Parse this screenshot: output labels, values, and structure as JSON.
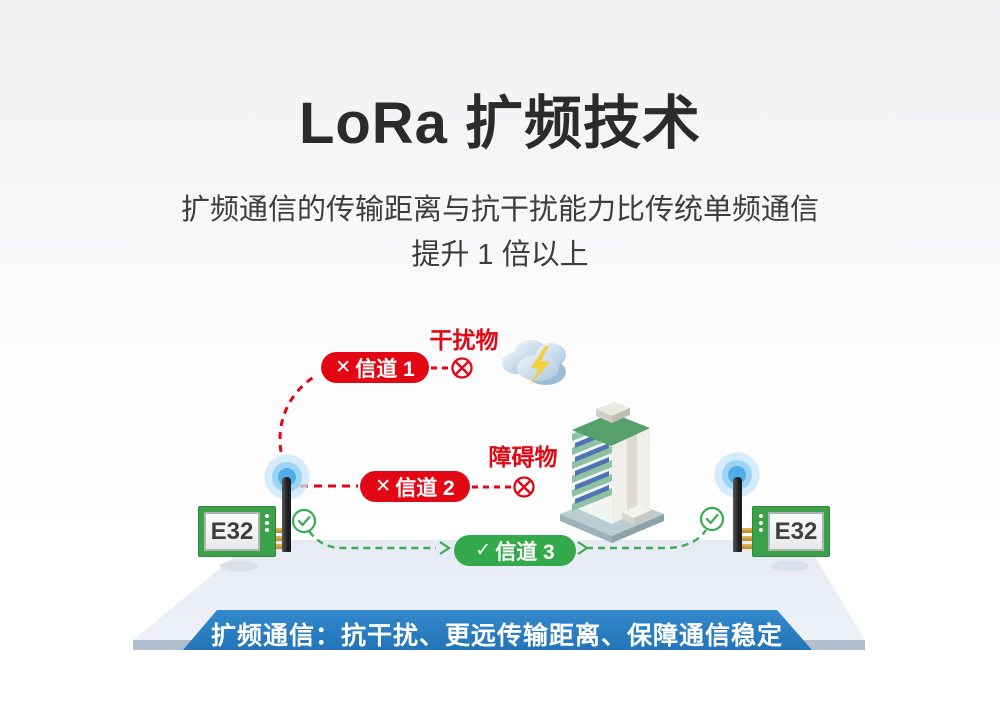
{
  "header": {
    "title": "LoRa 扩频技术",
    "subtitle_line1": "扩频通信的传输距离与抗干扰能力比传统单频通信",
    "subtitle_line2": "提升 1 倍以上"
  },
  "diagram": {
    "left_module": {
      "label": "E32"
    },
    "right_module": {
      "label": "E32"
    },
    "interference_label": "干扰物",
    "obstacle_label": "障碍物",
    "channels": [
      {
        "mark": "✕",
        "label": "信道 1",
        "status": "blocked"
      },
      {
        "mark": "✕",
        "label": "信道 2",
        "status": "blocked"
      },
      {
        "mark": "✓",
        "label": "信道 3",
        "status": "clear"
      }
    ]
  },
  "banner": {
    "text": "扩频通信：抗干扰、更远传输距离、保障通信稳定"
  },
  "colors": {
    "blocked_red": "#e30613",
    "clear_green": "#33a94c",
    "banner_blue": "#2b80c4",
    "pcb_green": "#3ca24a",
    "platform": "#e8ecf5"
  }
}
